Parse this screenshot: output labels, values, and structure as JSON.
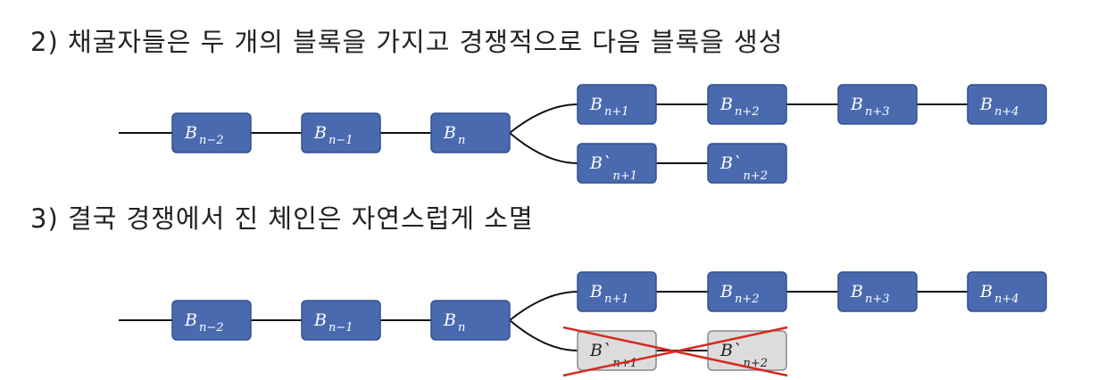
{
  "steps": [
    {
      "heading": "2) 채굴자들은 두 개의 블록을 가지고 경쟁적으로 다음 블록을 생성",
      "main_chain": [
        {
          "base": "B",
          "sub": "n−2"
        },
        {
          "base": "B",
          "sub": "n−1"
        },
        {
          "base": "B",
          "sub": "n"
        },
        {
          "base": "B",
          "sub": "n+1"
        },
        {
          "base": "B",
          "sub": "n+2"
        },
        {
          "base": "B",
          "sub": "n+3"
        },
        {
          "base": "B",
          "sub": "n+4"
        }
      ],
      "fork_chain": [
        {
          "base": "B`",
          "sub": "n+1"
        },
        {
          "base": "B`",
          "sub": "n+2"
        }
      ],
      "fork_discarded": false
    },
    {
      "heading": "3) 결국 경쟁에서 진 체인은 자연스럽게 소멸",
      "main_chain": [
        {
          "base": "B",
          "sub": "n−2"
        },
        {
          "base": "B",
          "sub": "n−1"
        },
        {
          "base": "B",
          "sub": "n"
        },
        {
          "base": "B",
          "sub": "n+1"
        },
        {
          "base": "B",
          "sub": "n+2"
        },
        {
          "base": "B",
          "sub": "n+3"
        },
        {
          "base": "B",
          "sub": "n+4"
        }
      ],
      "fork_chain": [
        {
          "base": "B`",
          "sub": "n+1"
        },
        {
          "base": "B`",
          "sub": "n+2"
        }
      ],
      "fork_discarded": true
    }
  ],
  "colors": {
    "block_fill": "#4a6ab0",
    "block_stroke": "#33508f",
    "discarded_fill": "#dcdcdc",
    "discarded_stroke": "#8a8a8a",
    "cross": "#d42a1f",
    "line": "#111111"
  }
}
